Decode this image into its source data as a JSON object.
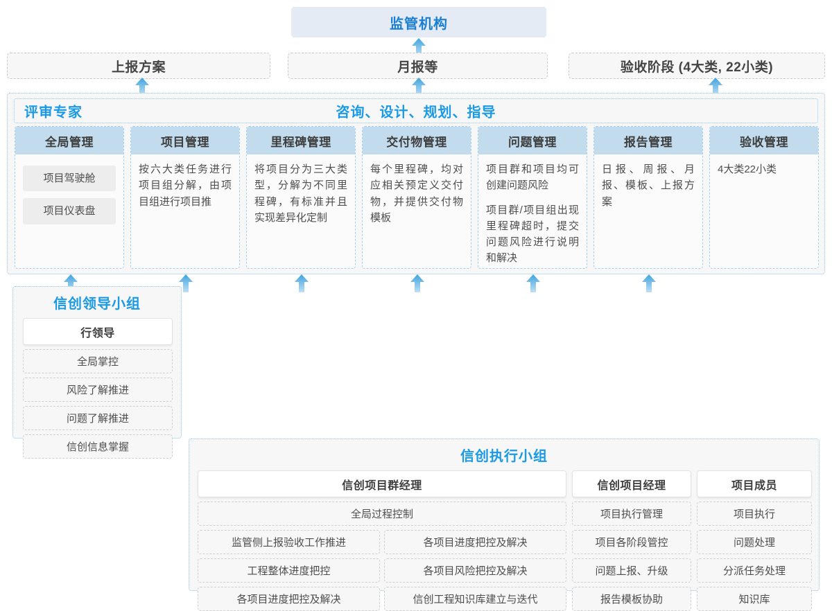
{
  "top": {
    "regulator": {
      "label": "监管机构"
    },
    "deliverables": [
      {
        "label": "上报方案"
      },
      {
        "label": "月报等"
      },
      {
        "label": "验收阶段 (4大类, 22小类)"
      }
    ]
  },
  "middle": {
    "header": {
      "left_label": "评审专家",
      "center_label": "咨询、设计、规划、指导"
    },
    "cards": [
      {
        "title": "全局管理",
        "pills": [
          "项目驾驶舱",
          "项目仪表盘"
        ],
        "paragraphs": []
      },
      {
        "title": "项目管理",
        "pills": [],
        "paragraphs": [
          "按六大类任务进行项目组分解，由项目组进行项目推"
        ]
      },
      {
        "title": "里程碑管理",
        "pills": [],
        "paragraphs": [
          "将项目分为三大类型，分解为不同里程碑，有标准并且实现差异化定制"
        ]
      },
      {
        "title": "交付物管理",
        "pills": [],
        "paragraphs": [
          "每个里程碑，均对应相关预定义交付物，并提供交付物模板"
        ]
      },
      {
        "title": "问题管理",
        "pills": [],
        "paragraphs": [
          "项目群和项目均可创建问题风险",
          "项目群/项目组出现里程碑超时，提交问题风险进行说明和解决"
        ]
      },
      {
        "title": "报告管理",
        "pills": [],
        "paragraphs": [
          "日报、周报、月报、模板、上报方案"
        ]
      },
      {
        "title": "验收管理",
        "pills": [],
        "paragraphs": [
          "4大类22小类"
        ]
      }
    ]
  },
  "bottom": {
    "leader_group": {
      "title": "信创领导小组",
      "role": "行领导",
      "tasks": [
        "全局掌控",
        "风险了解推进",
        "问题了解推进",
        "信创信息掌握"
      ]
    },
    "exec_group": {
      "title": "信创执行小组",
      "program_manager": {
        "role": "信创项目群经理",
        "full_width_task": "全局过程控制",
        "left_tasks": [
          "监管侧上报验收工作推进",
          "工程整体进度把控",
          "各项目进度把控及解决"
        ],
        "right_tasks": [
          "各项目进度把控及解决",
          "各项目风险把控及解决",
          "信创工程知识库建立与迭代"
        ]
      },
      "project_manager": {
        "role": "信创项目经理",
        "tasks": [
          "项目执行管理",
          "项目各阶段管控",
          "问题上报、升级",
          "报告模板协助"
        ]
      },
      "project_member": {
        "role": "项目成员",
        "tasks": [
          "项目执行",
          "问题处理",
          "分派任务处理",
          "知识库"
        ]
      }
    }
  },
  "theme": {
    "accent_blue": "#1a9ae6",
    "title_blue": "#1a7fd4",
    "top_box_bg": "#e4ebf5",
    "card_head_bg": "#c2dced",
    "arrow_color": "#45a8e0"
  }
}
